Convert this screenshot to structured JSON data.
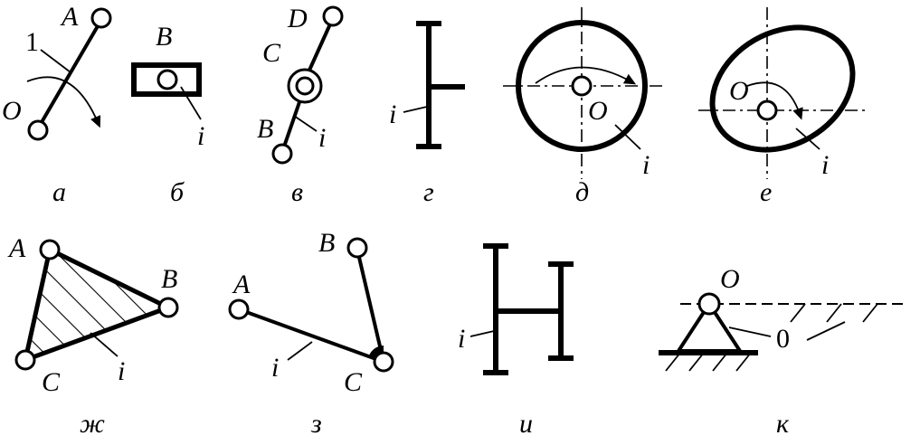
{
  "figures": [
    {
      "id": "a",
      "caption": "а",
      "labels": {
        "point_top": "A",
        "point_bottom": "O",
        "link": "1"
      }
    },
    {
      "id": "b",
      "caption": "б",
      "labels": {
        "point": "B",
        "link": "i"
      }
    },
    {
      "id": "v",
      "caption": "в",
      "labels": {
        "top": "D",
        "middle": "C",
        "bottom": "B",
        "link": "i"
      }
    },
    {
      "id": "g",
      "caption": "г",
      "labels": {
        "link": "i"
      }
    },
    {
      "id": "d",
      "caption": "д",
      "labels": {
        "center": "O",
        "link": "i"
      }
    },
    {
      "id": "e",
      "caption": "е",
      "labels": {
        "center": "O",
        "link": "i"
      }
    },
    {
      "id": "zh",
      "caption": "ж",
      "labels": {
        "a": "A",
        "b": "B",
        "c": "C",
        "link": "i"
      }
    },
    {
      "id": "z",
      "caption": "з",
      "labels": {
        "a": "A",
        "b": "B",
        "c": "C",
        "link": "i"
      }
    },
    {
      "id": "i",
      "caption": "и",
      "labels": {
        "link": "i"
      }
    },
    {
      "id": "k",
      "caption": "к",
      "labels": {
        "center": "O",
        "frame": "0"
      }
    }
  ],
  "colors": {
    "ink": "#000000",
    "background": "#ffffff"
  }
}
